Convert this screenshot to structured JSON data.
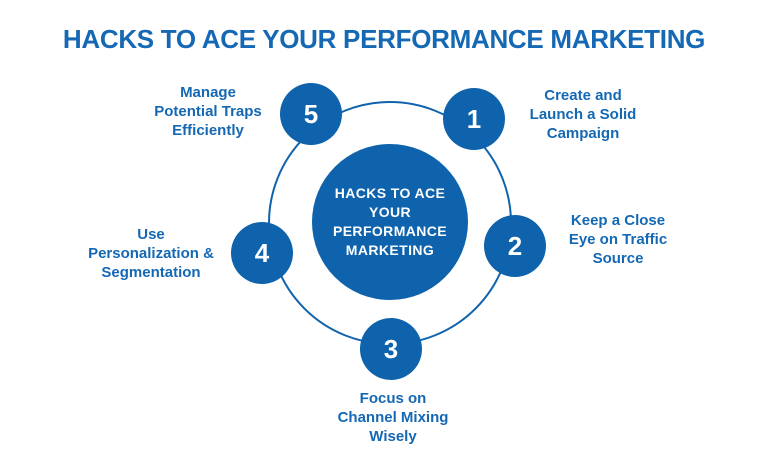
{
  "title": "HACKS TO ACE YOUR PERFORMANCE MARKETING",
  "center_text": "HACKS TO ACE\nYOUR\nPERFORMANCE\nMARKETING",
  "colors": {
    "primary_blue": "#0E63AC",
    "text_blue": "#1568B3",
    "background": "#FFFFFF"
  },
  "nodes": [
    {
      "number": "1",
      "label": "Create and\nLaunch a Solid\nCampaign"
    },
    {
      "number": "2",
      "label": "Keep a Close\nEye on Traffic\nSource"
    },
    {
      "number": "3",
      "label": "Focus on\nChannel Mixing\nWisely"
    },
    {
      "number": "4",
      "label": "Use\nPersonalization &\nSegmentation"
    },
    {
      "number": "5",
      "label": "Manage\nPotential Traps\nEfficiently"
    }
  ]
}
